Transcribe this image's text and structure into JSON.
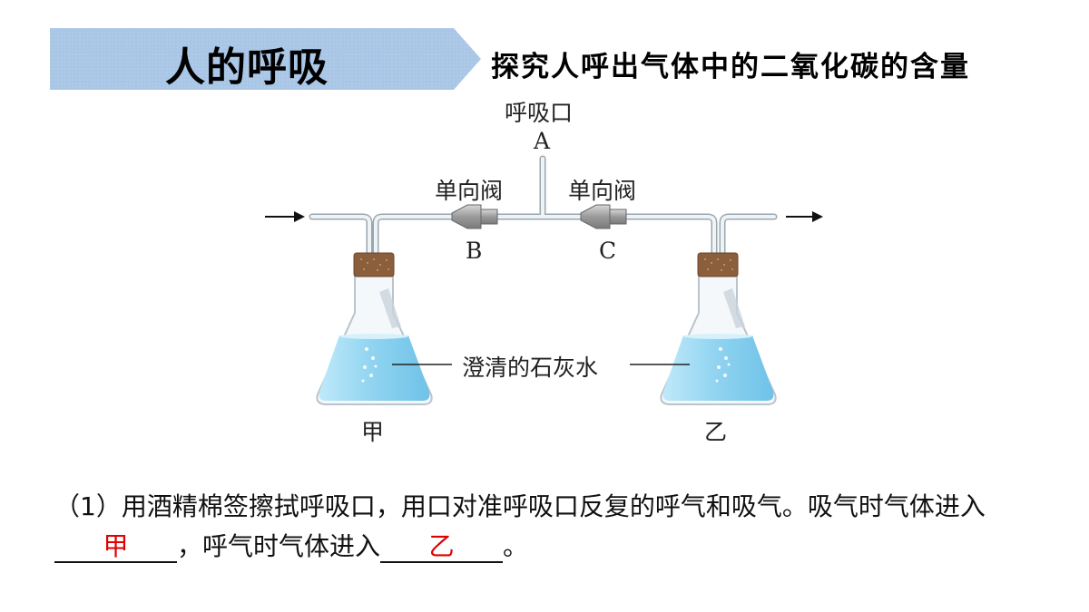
{
  "header": {
    "title": "人的呼吸",
    "subtitle": "探究人呼出气体中的二氧化碳的含量"
  },
  "diagram": {
    "mouthpiece_label": "呼吸口",
    "mouthpiece_letter": "A",
    "valve_left_label": "单向阀",
    "valve_left_letter": "B",
    "valve_right_label": "单向阀",
    "valve_right_letter": "C",
    "liquid_label": "澄清的石灰水",
    "flask_left_label": "甲",
    "flask_right_label": "乙",
    "colors": {
      "banner": "#a9c6e6",
      "liquid": "#8fd3f0",
      "stopper": "#8b5e3c",
      "answer": "#e00000"
    }
  },
  "question": {
    "text_part1": "（1）用酒精棉签擦拭呼吸口，用口对准呼吸口反复的呼气和吸气。吸气时气体进入",
    "answer1": "甲",
    "text_part2": "，呼气时气体进入",
    "answer2": "乙",
    "text_part3": "。"
  }
}
